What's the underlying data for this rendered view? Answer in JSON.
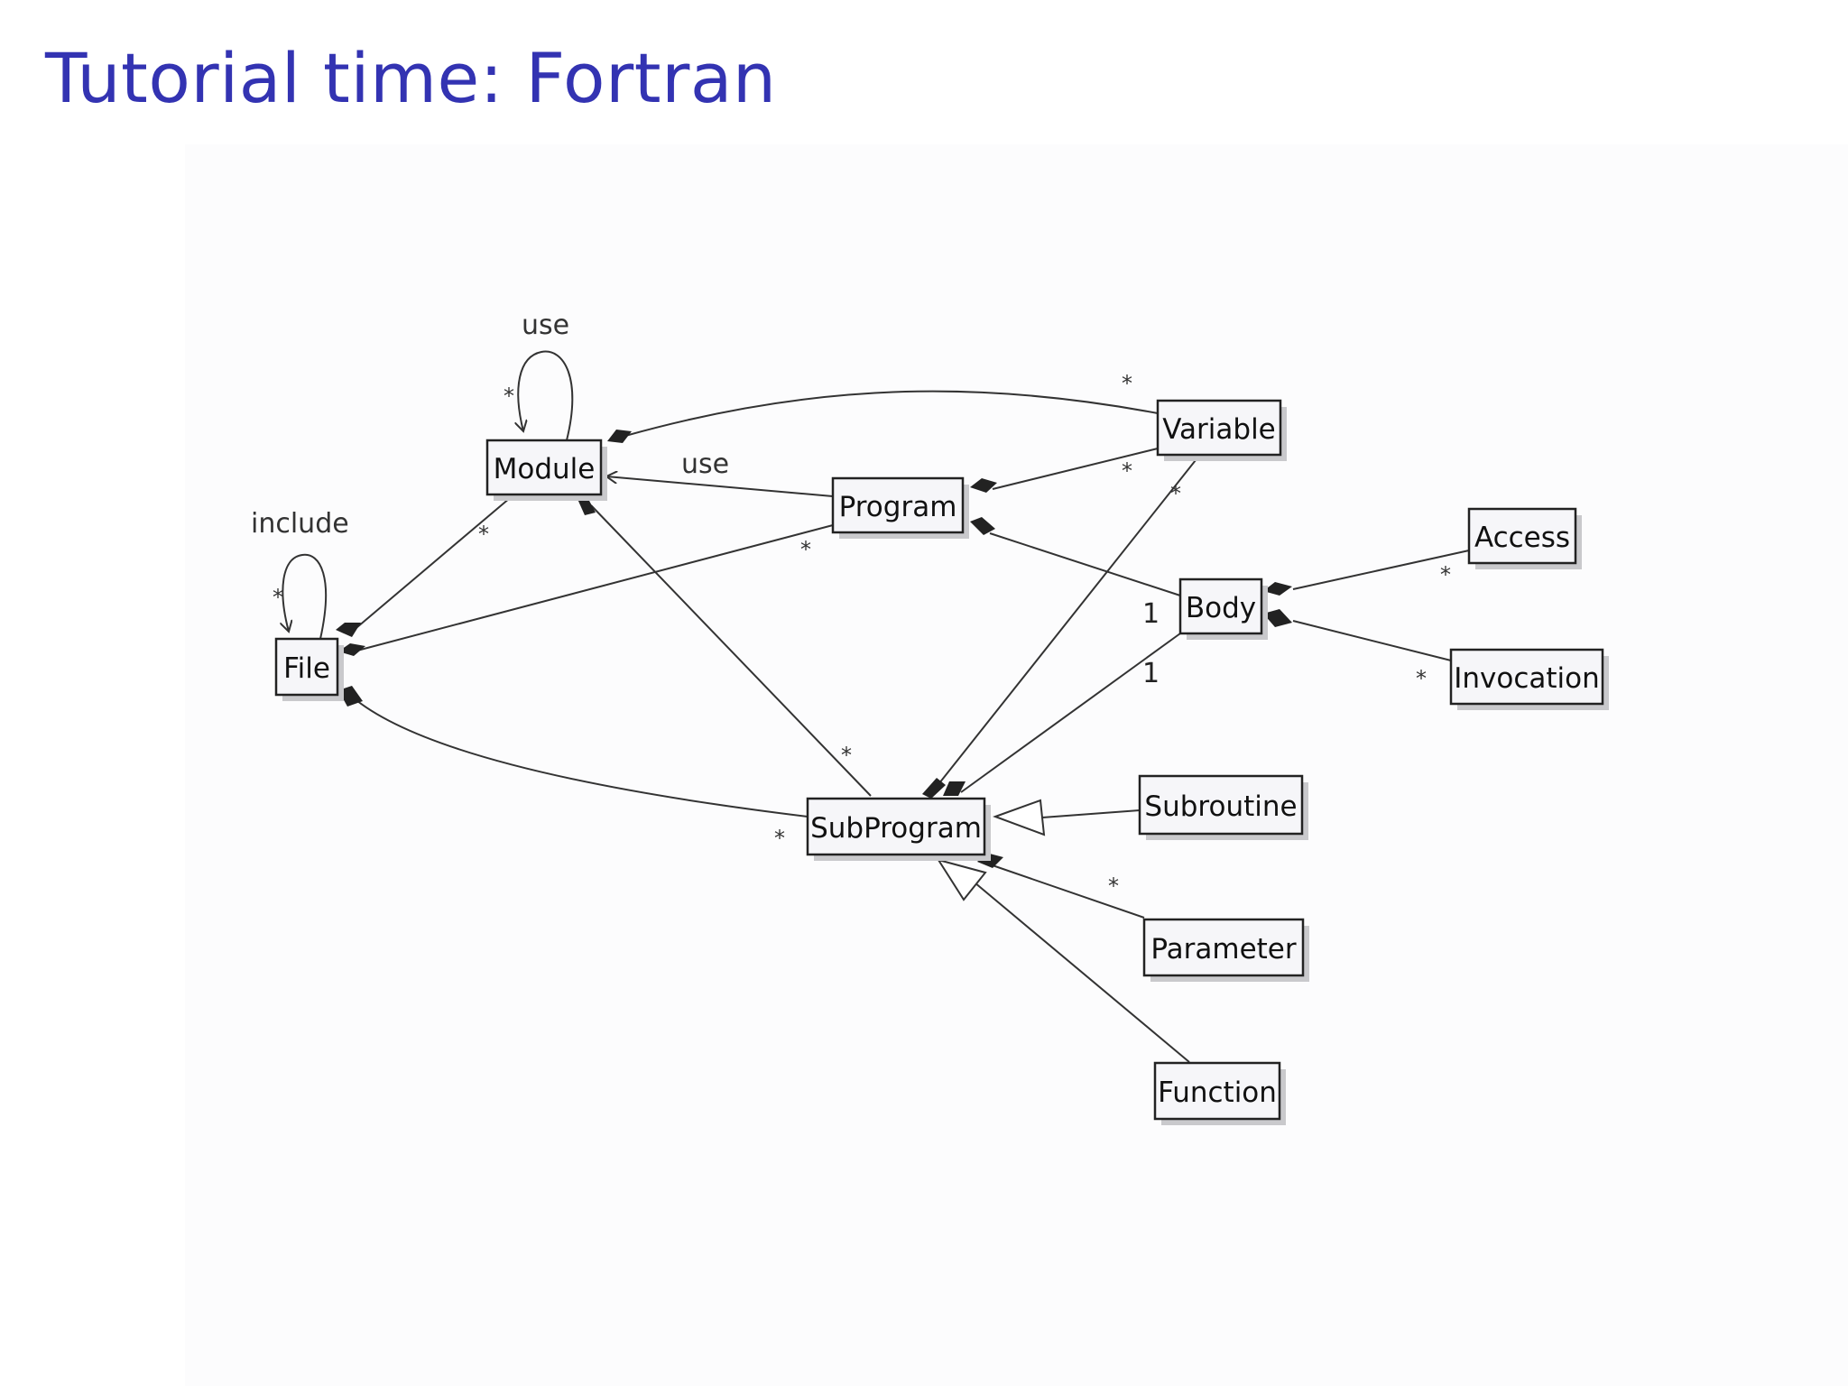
{
  "slide": {
    "title": "Tutorial time: Fortran"
  },
  "diagram": {
    "classes": {
      "module": "Module",
      "file": "File",
      "program": "Program",
      "variable": "Variable",
      "body": "Body",
      "access": "Access",
      "invocation": "Invocation",
      "subprogram": "SubProgram",
      "subroutine": "Subroutine",
      "parameter": "Parameter",
      "function": "Function"
    },
    "labels": {
      "module_self_use": "use",
      "program_module_use": "use",
      "file_include": "include"
    },
    "multiplicities": {
      "many": "*",
      "one": "1"
    }
  }
}
